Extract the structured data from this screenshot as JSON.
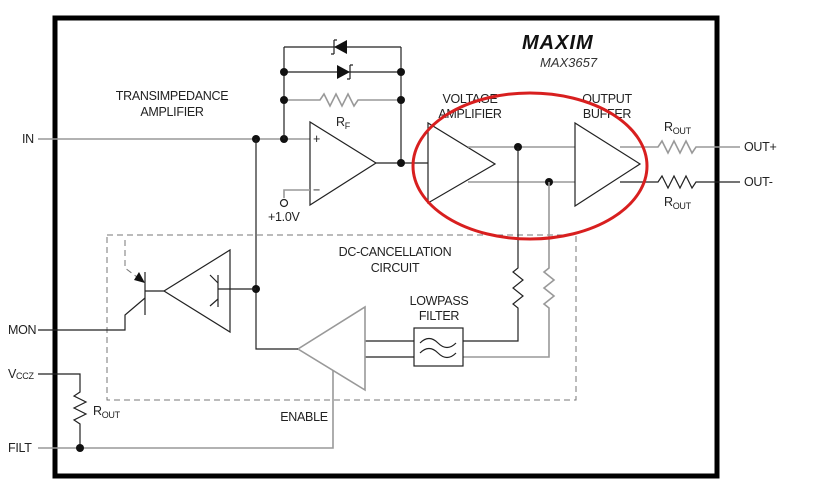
{
  "logo": {
    "brand": "MAXIM",
    "part_number": "MAX3657"
  },
  "blocks": {
    "transimpedance_amplifier": [
      "TRANSIMPEDANCE",
      "AMPLIFIER"
    ],
    "voltage_amplifier": [
      "VOLTAGE",
      "AMPLIFIER"
    ],
    "output_buffer": [
      "OUTPUT",
      "BUFFER"
    ],
    "dc_cancellation": [
      "DC-CANCELLATION",
      "CIRCUIT"
    ],
    "lowpass_filter": [
      "LOWPASS",
      "FILTER"
    ],
    "enable": "ENABLE"
  },
  "components": {
    "rf": {
      "main": "R",
      "sub": "F"
    },
    "rout_top": {
      "main": "R",
      "sub": "OUT"
    },
    "rout_bottom": {
      "main": "R",
      "sub": "OUT"
    },
    "rout_vccz": {
      "main": "R",
      "sub": "OUT"
    },
    "reference_voltage": "+1.0V",
    "opamp_plus": "+",
    "opamp_minus": "−"
  },
  "pins": {
    "in": "IN",
    "mon": "MON",
    "vccz": {
      "main": "V",
      "sub": "CCZ"
    },
    "filt": "FILT",
    "out_plus": "OUT+",
    "out_minus": "OUT-"
  },
  "annotation": {
    "type": "ellipse-highlight",
    "color": "#d81f1f",
    "encloses": [
      "voltage_amplifier",
      "output_buffer"
    ]
  },
  "colors": {
    "frame": "#000000",
    "wire": "#222222",
    "highlight": "#d81f1f"
  }
}
